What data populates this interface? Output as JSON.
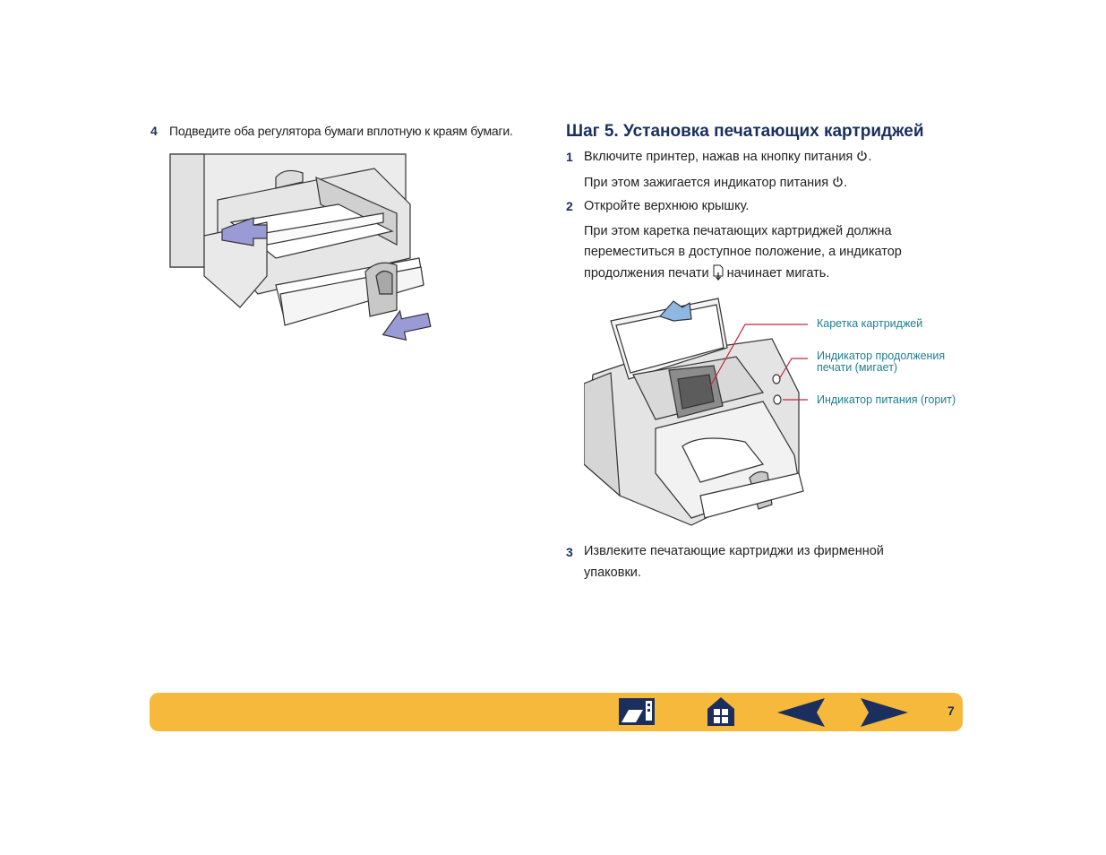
{
  "left": {
    "step_number": "4",
    "step_text": "Подведите оба регулятора бумаги вплотную к краям бумаги."
  },
  "right": {
    "title": "Шаг 5. Установка печатающих картриджей",
    "steps": [
      {
        "number": "1",
        "text": "Включите принтер, нажав на кнопку питания",
        "icon": "power-icon"
      },
      {
        "number": "",
        "text": "При этом зажигается индикатор питания",
        "icon": "power-icon"
      },
      {
        "number": "2",
        "text": "Откройте верхнюю крышку."
      },
      {
        "number": "",
        "line1": "При этом каретка печатающих картриджей должна",
        "line2": "переместиться в доступное положение, а индикатор",
        "line3_before": "продолжения печати",
        "line3_after": "начинает мигать.",
        "icon": "resume-icon"
      },
      {
        "number": "3",
        "line1": "Извлеките печатающие картриджи из фирменной",
        "line2": "упаковки."
      }
    ],
    "callouts": {
      "carriage": "Каретка картриджей",
      "resume_line1": "Индикатор продолжения",
      "resume_line2": "печати (мигает)",
      "power": "Индикатор питания (горит)"
    }
  },
  "footer": {
    "page_number": "7",
    "buttons": [
      "print-icon",
      "home-icon",
      "previous-arrow-icon",
      "next-arrow-icon"
    ],
    "bar_color": "#f6b93b",
    "accent_color": "#1b2f5e"
  }
}
